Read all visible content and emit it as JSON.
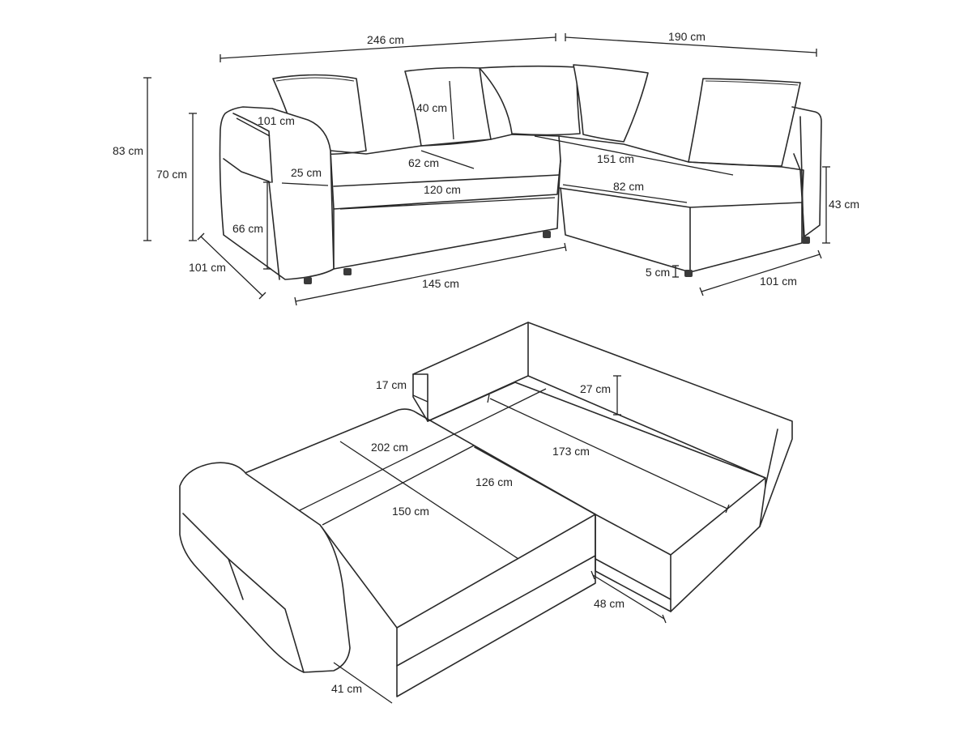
{
  "top_view": {
    "total_width": "246 cm",
    "corner_width": "190 cm",
    "total_height": "83 cm",
    "arm_height": "70 cm",
    "arm_depth": "101 cm",
    "back_cushion_height": "40 cm",
    "back_cushion_width": "62 cm",
    "arm_width": "25 cm",
    "long_seat_width": "151 cm",
    "seat_width": "120 cm",
    "corner_seat_width": "82 cm",
    "inner_height": "66 cm",
    "seat_height": "43 cm",
    "side_depth": "101 cm",
    "front_length": "145 cm",
    "leg_height": "5 cm",
    "right_depth": "101 cm"
  },
  "bed_view": {
    "arm_top_width": "17 cm",
    "back_height": "27 cm",
    "bed_width": "202 cm",
    "chaise_length": "173 cm",
    "bed_depth_middle": "126 cm",
    "bed_length": "150 cm",
    "storage_depth": "48 cm",
    "arm_width": "41 cm"
  }
}
